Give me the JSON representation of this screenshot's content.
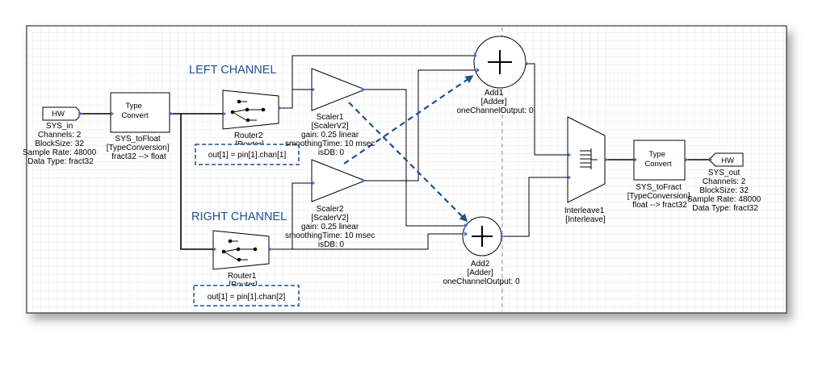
{
  "channels": {
    "left": "LEFT CHANNEL",
    "right": "RIGHT CHANNEL"
  },
  "sys_in": {
    "tag": "HW",
    "lines": [
      "SYS_in",
      "Channels: 2",
      "BlockSize: 32",
      "Sample Rate: 48000",
      "Data Type: fract32"
    ]
  },
  "sys_tofloat": {
    "block_lines": [
      "Type",
      "Convert"
    ],
    "lines": [
      "SYS_toFloat",
      "[TypeConversion]",
      "fract32 --> float"
    ]
  },
  "router2": {
    "lines": [
      "Router2",
      "[Router]"
    ],
    "mapping": "out[1] = pin[1].chan[1]"
  },
  "router1": {
    "lines": [
      "Router1",
      "[Router]"
    ],
    "mapping": "out[1] = pin[1].chan[2]"
  },
  "scaler1": {
    "lines": [
      "Scaler1",
      "[ScalerV2]",
      "gain: 0.25 linear",
      "smoothingTime: 10 msec",
      "isDB: 0"
    ]
  },
  "scaler2": {
    "lines": [
      "Scaler2",
      "[ScalerV2]",
      "gain: 0.25 linear",
      "smoothingTime: 10 msec",
      "isDB: 0"
    ]
  },
  "add1": {
    "lines": [
      "Add1",
      "[Adder]",
      "oneChannelOutput: 0"
    ]
  },
  "add2": {
    "lines": [
      "Add2",
      "[Adder]",
      "oneChannelOutput: 0"
    ]
  },
  "interleave1": {
    "lines": [
      "Interleave1",
      "[Interleave]"
    ]
  },
  "sys_tofract": {
    "block_lines": [
      "Type",
      "Convert"
    ],
    "lines": [
      "SYS_toFract",
      "[TypeConversion]",
      "float --> fract32"
    ]
  },
  "sys_out": {
    "tag": "HW",
    "lines": [
      "SYS_out",
      "Channels: 2",
      "BlockSize: 32",
      "Sample Rate: 48000",
      "Data Type: fract32"
    ]
  },
  "colors": {
    "channel_label": "#1f4f8e",
    "dashed_arrow": "#1f4f8e",
    "pin": "#3b6fd1",
    "grid": "#dfe3ea"
  }
}
